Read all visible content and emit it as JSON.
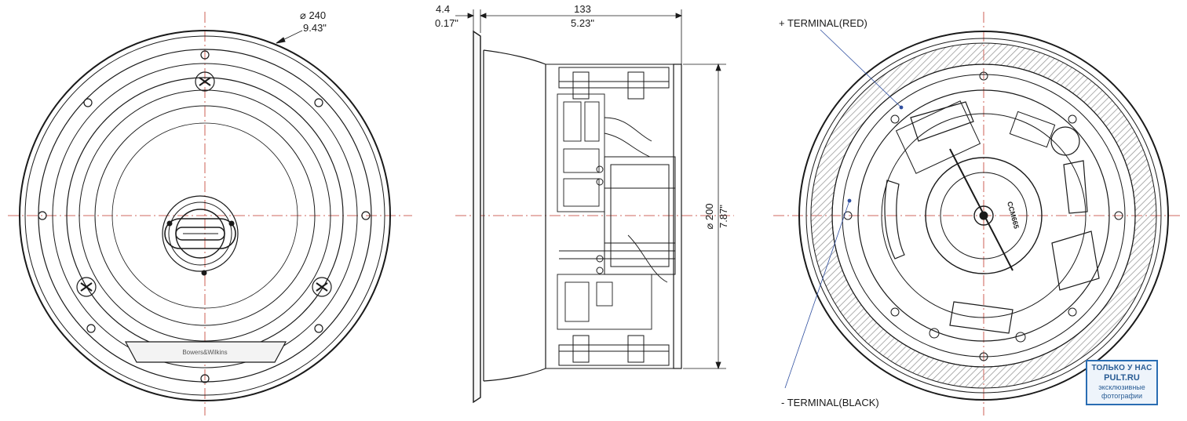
{
  "dimensions": {
    "outer_diameter_mm": "⌀ 240",
    "outer_diameter_in": "9.43\"",
    "flange_thickness_mm": "4.4",
    "flange_thickness_in": "0.17\"",
    "depth_mm": "133",
    "depth_in": "5.23\"",
    "cutout_diameter_mm": "⌀ 200",
    "cutout_diameter_in": "7.87\""
  },
  "terminals": {
    "positive": "+ TERMINAL(RED)",
    "negative": "- TERMINAL(BLACK)"
  },
  "labels": {
    "brand": "Bowers&Wilkins",
    "model": "CCM665"
  },
  "watermark": {
    "line1": "ТОЛЬКО У НАС",
    "line2": "PULT.RU",
    "line3": "эксклюзивные",
    "line4": "фотографии"
  },
  "colors": {
    "line": "#1a1a1a",
    "centerline": "#c0392b",
    "leader": "#3050a0",
    "hatch": "#9a9a9a",
    "watermark": "#2a6db3"
  }
}
